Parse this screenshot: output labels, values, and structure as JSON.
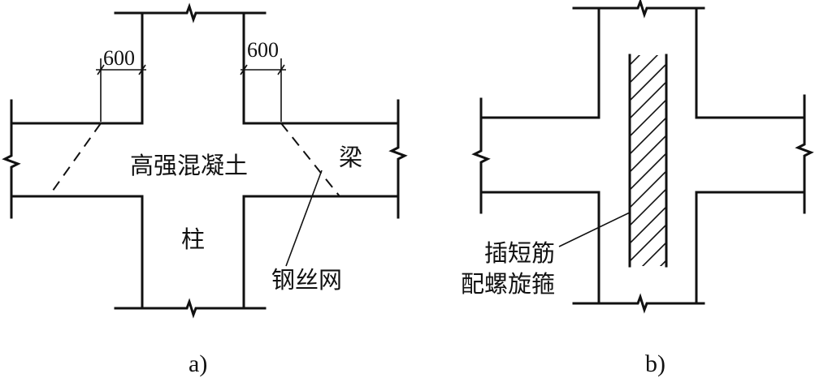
{
  "diagram_a": {
    "dim_left": "600",
    "dim_right": "600",
    "label_concrete": "高强混凝土",
    "label_beam": "梁",
    "label_column": "柱",
    "label_mesh": "钢丝网",
    "caption": "a)"
  },
  "diagram_b": {
    "label_line1": "插短筋",
    "label_line2": "配螺旋箍",
    "caption": "b)"
  }
}
